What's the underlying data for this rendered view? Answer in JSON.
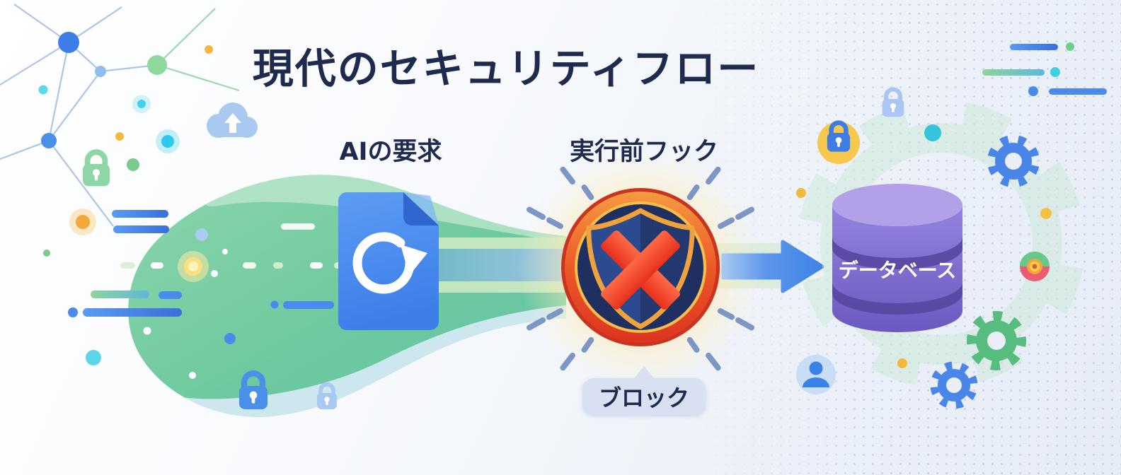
{
  "title": "現代のセキュリティフロー",
  "flow": {
    "request_label": "AIの要求",
    "hook_label": "実行前フック",
    "block_label": "ブロック",
    "database_label": "データベース"
  },
  "icons": {
    "document": "refresh-document-icon",
    "shield": "shield-block-icon",
    "x_mark": "x-mark-icon",
    "database": "database-icon",
    "arrow": "flow-arrow-icon",
    "cloud": "cloud-upload-icon",
    "lock": "padlock-icon",
    "gear": "gear-icon",
    "user": "user-avatar-icon",
    "target": "target-icon",
    "network": "network-graph"
  },
  "colors": {
    "title_text": "#1e2b4f",
    "document_blue": "#4a8bf0",
    "shield_ring_red": "#d6402a",
    "shield_ring_orange": "#f59a40",
    "shield_navy": "#24407c",
    "x_mark_red": "#ef4a2d",
    "glow_yellow": "#ffe9a8",
    "arrow_blue": "#3f84e6",
    "database_purple": "#7c68cc",
    "pill_bg": "#d8e0f2",
    "blob_green": "#7ed0a5"
  }
}
